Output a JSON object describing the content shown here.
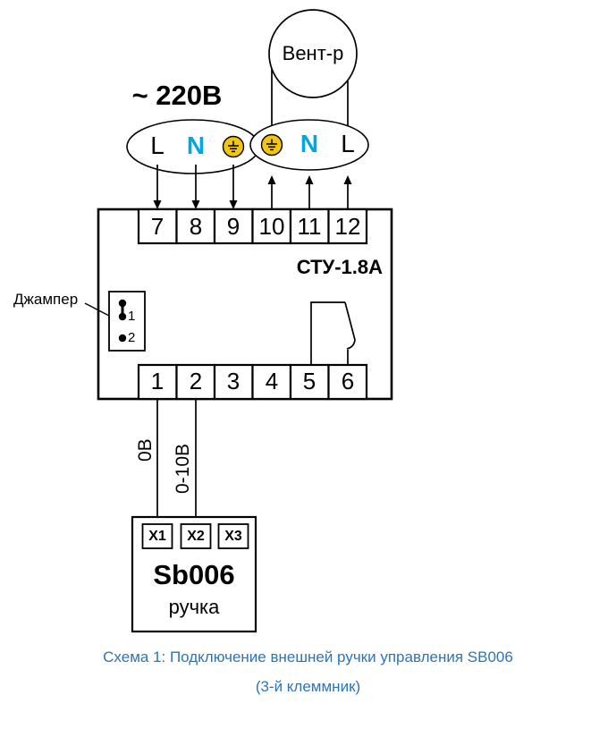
{
  "diagram": {
    "fan_label": "Вент-р",
    "power_label": "~ 220В",
    "device_model": "СТУ-1.8А",
    "jumper_label": "Джампер",
    "jumper_pins": [
      "1",
      "2"
    ],
    "plug_left": {
      "l": "L",
      "n": "N",
      "ground_icon": "earth-ground"
    },
    "plug_right": {
      "ground_icon": "earth-ground",
      "n": "N",
      "l": "L"
    },
    "terminals_top": [
      "7",
      "8",
      "9",
      "10",
      "11",
      "12"
    ],
    "terminals_bottom": [
      "1",
      "2",
      "3",
      "4",
      "5",
      "6"
    ],
    "wire_labels": [
      "0В",
      "0-10В"
    ],
    "knob": {
      "title": "Sb006",
      "subtitle": "ручка",
      "terminals": [
        "X1",
        "X2",
        "X3"
      ]
    },
    "caption": {
      "line1": "Схема 1: Подключение внешней ручки управления SB006",
      "line2": "(3-й клеммник)"
    },
    "colors": {
      "neutral_letter": "#00A7E1",
      "ground_fill": "#F2C50F",
      "caption_text": "#2E74B5",
      "line": "#000000"
    }
  }
}
